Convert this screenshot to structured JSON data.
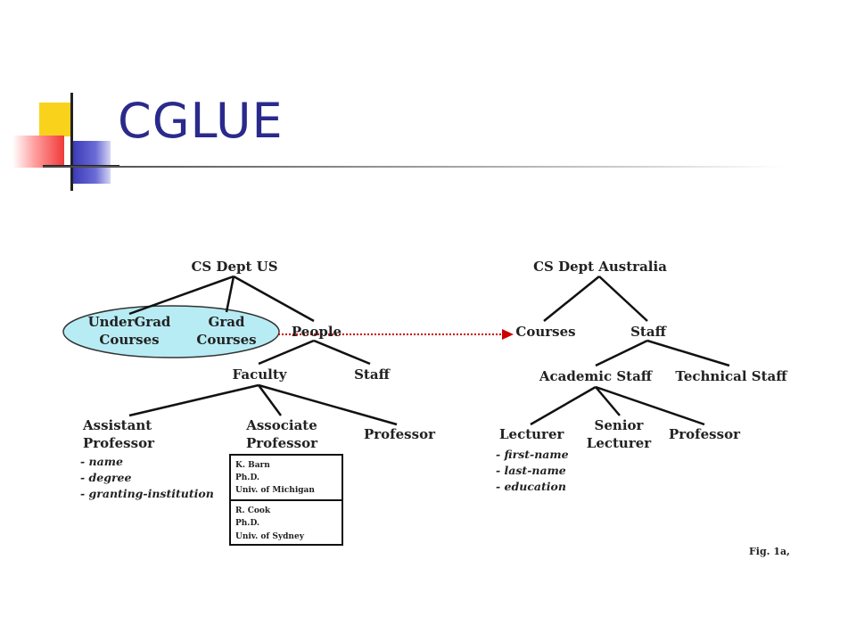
{
  "slide": {
    "title": "CGLUE"
  },
  "us_tree": {
    "root": "CS Dept US",
    "undergrad": [
      "UnderGrad",
      "Courses"
    ],
    "grad": [
      "Grad",
      "Courses"
    ],
    "people": "People",
    "faculty": "Faculty",
    "staff": "Staff",
    "assistant_professor": [
      "Assistant",
      "Professor"
    ],
    "assistant_attrs": [
      "- name",
      "- degree",
      "-  granting-institution"
    ],
    "associate_professor": [
      "Associate",
      "Professor"
    ],
    "professor": "Professor",
    "instance_1": [
      "K. Barn",
      "Ph.D.",
      "Univ. of Michigan"
    ],
    "instance_2": [
      "R. Cook",
      "Ph.D.",
      "Univ. of Sydney"
    ]
  },
  "au_tree": {
    "root": "CS Dept Australia",
    "courses": "Courses",
    "staff": "Staff",
    "academic_staff": "Academic Staff",
    "technical_staff": "Technical Staff",
    "lecturer": "Lecturer",
    "lecturer_attrs": [
      "- first-name",
      "- last-name",
      "- education"
    ],
    "senior_lecturer": [
      "Senior",
      "Lecturer"
    ],
    "professor": "Professor"
  },
  "caption": "Fig. 1a,",
  "colors": {
    "title": "#2a2a8c",
    "highlight_fill": "#b8ecf4",
    "mapping_arrow": "#cc0000"
  }
}
